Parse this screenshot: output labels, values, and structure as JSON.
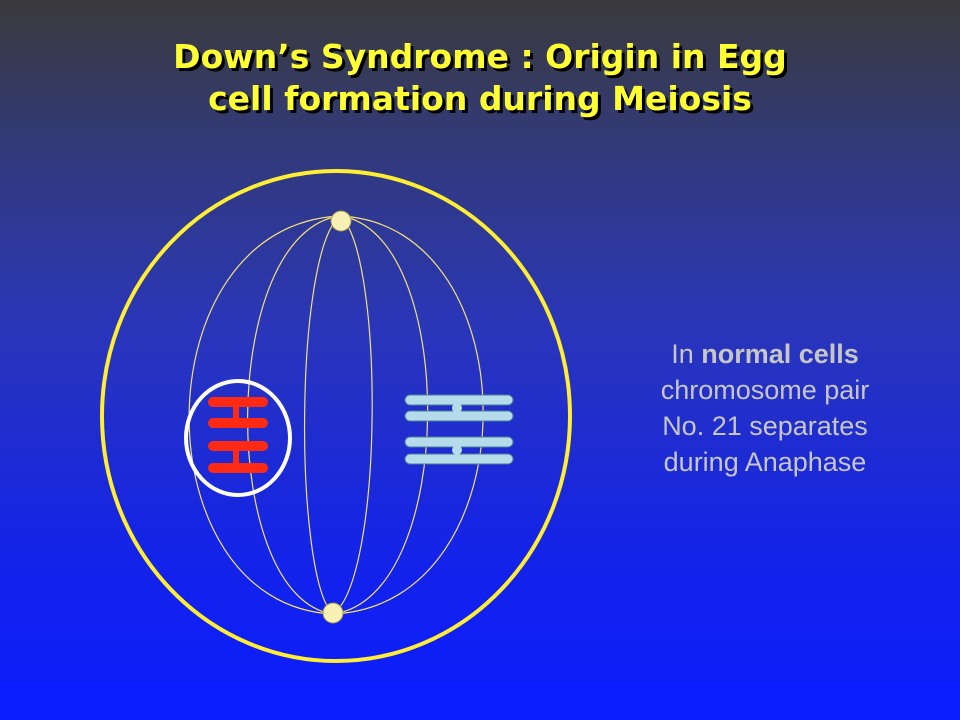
{
  "title": {
    "line1": "Down’s Syndrome : Origin in Egg",
    "line2": "cell formation during Meiosis"
  },
  "caption": {
    "prefix": "In ",
    "emphasis": "normal cells",
    "line2": "chromosome pair",
    "line3": "No. 21 separates",
    "line4": "during  Anaphase"
  },
  "colors": {
    "title": "#ffff33",
    "cell_membrane": "#ffee33",
    "spindle": "#f3e27a",
    "centrosome": "#f7f2b4",
    "chromosome_red": "#ff2a14",
    "chromosome_blue": "#b6dcec",
    "caption_text": "#c6c6c6"
  },
  "icons": [
    "cell-membrane",
    "spindle-fibers",
    "centrosome",
    "chromosome-pair-red",
    "chromosome-pair-blue"
  ]
}
